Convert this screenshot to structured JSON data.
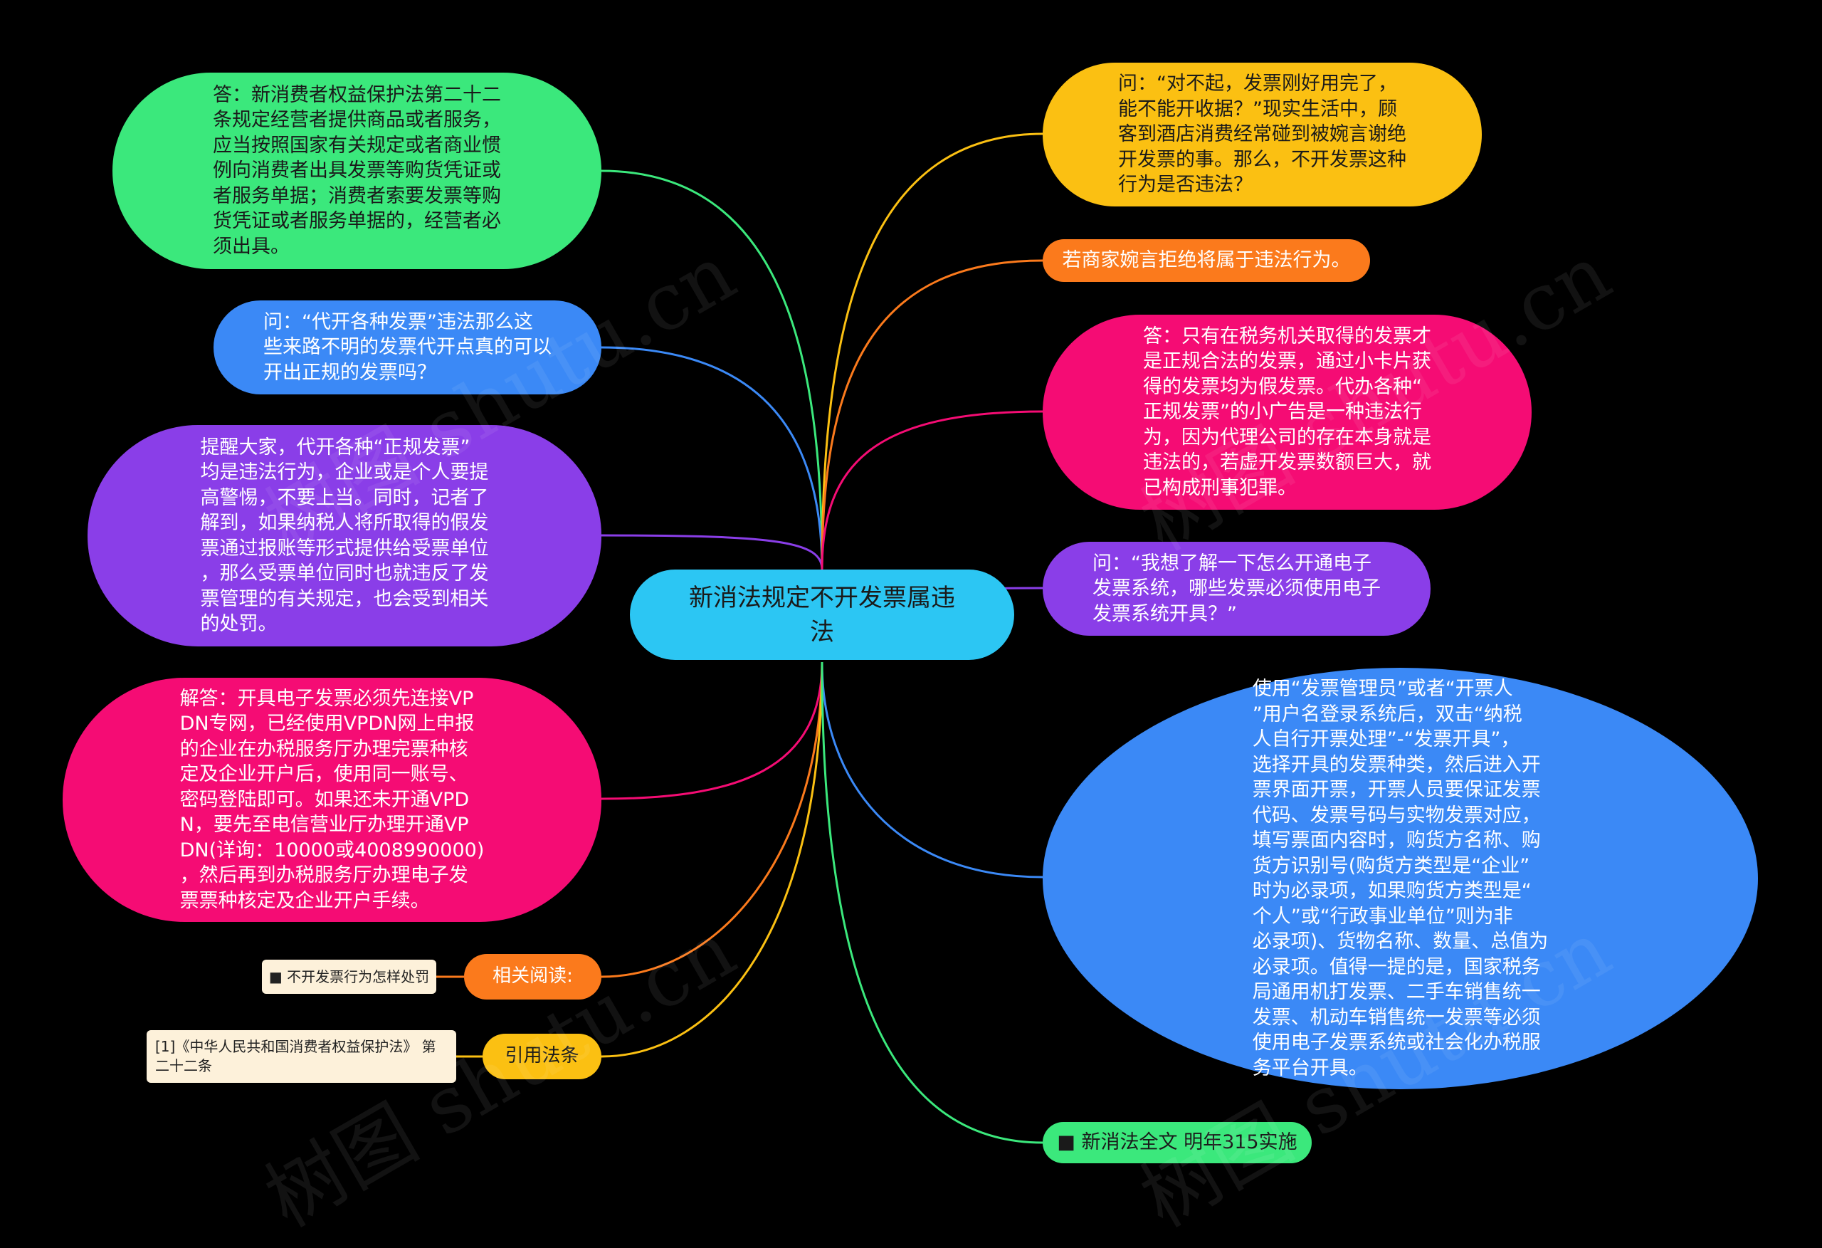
{
  "central": {
    "text": "新消法规定不开发票属违\n法"
  },
  "nodes": {
    "l1": {
      "text": "答：新消费者权益保护法第二十二\n条规定经营者提供商品或者服务，\n应当按照国家有关规定或者商业惯\n例向消费者出具发票等购货凭证或\n者服务单据；消费者索要发票等购\n货凭证或者服务单据的，经营者必\n须出具。"
    },
    "l2": {
      "text": "问：“代开各种发票”违法那么这\n些来路不明的发票代开点真的可以\n开出正规的发票吗？"
    },
    "l3": {
      "text": "提醒大家，代开各种“正规发票”\n均是违法行为，企业或是个人要提\n高警惕，不要上当。同时，记者了\n解到，如果纳税人将所取得的假发\n票通过报账等形式提供给受票单位\n，那么受票单位同时也就违反了发\n票管理的有关规定，也会受到相关\n的处罚。"
    },
    "l4": {
      "text": "解答：开具电子发票必须先连接VP\nDN专网，已经使用VPDN网上申报\n的企业在办税服务厅办理完票种核\n定及企业开户后，使用同一账号、\n密码登陆即可。如果还未开通VPD\nN，要先至电信营业厅办理开通VP\nDN(详询：10000或4008990000)\n，然后再到办税服务厅办理电子发\n票票种核定及企业开户手续。"
    },
    "l5": {
      "text": "相关阅读:"
    },
    "l5a": {
      "text": "■ 不开发票行为怎样处罚"
    },
    "l6": {
      "text": "引用法条"
    },
    "l6a": {
      "text": "[1]《中华人民共和国消费者权益保护法》 第\n二十二条"
    },
    "r1": {
      "text": "问：“对不起，发票刚好用完了，\n能不能开收据？”现实生活中，顾\n客到酒店消费经常碰到被婉言谢绝\n开发票的事。那么，不开发票这种\n行为是否违法？"
    },
    "r2": {
      "text": "若商家婉言拒绝将属于违法行为。"
    },
    "r3": {
      "text": "答：只有在税务机关取得的发票才\n是正规合法的发票，通过小卡片获\n得的发票均为假发票。代办各种“\n正规发票”的小广告是一种违法行\n为，因为代理公司的存在本身就是\n违法的，若虚开发票数额巨大，就\n已构成刑事犯罪。"
    },
    "r4": {
      "text": "问：“我想了解一下怎么开通电子\n发票系统，哪些发票必须使用电子\n发票系统开具？”"
    },
    "r5": {
      "text": "使用“发票管理员”或者“开票人\n”用户名登录系统后，双击“纳税\n人自行开票处理”-“发票开具”，\n选择开具的发票种类，然后进入开\n票界面开票，开票人员要保证发票\n代码、发票号码与实物发票对应，\n填写票面内容时，购货方名称、购\n货方识别号(购货方类型是“企业”\n时为必录项，如果购货方类型是“\n个人”或“行政事业单位”则为非\n必录项)、货物名称、数量、总值为\n必录项。值得一提的是，国家税务\n局通用机打发票、二手车销售统一\n发票、机动车销售统一发票等必须\n使用电子发票系统或社会化办税服\n务平台开具。"
    },
    "r6": {
      "text": "■ 新消法全文 明年315实施"
    }
  },
  "watermark": "树图 shutu.cn",
  "colors": {
    "background": "#000000",
    "central": "#2cc6f3",
    "green": "#3be87c",
    "blue": "#3b89f6",
    "purple": "#8a3ee8",
    "pink": "#f50c74",
    "orange": "#fb7a1c",
    "amber": "#fbc012",
    "cream": "#fdf1da"
  }
}
